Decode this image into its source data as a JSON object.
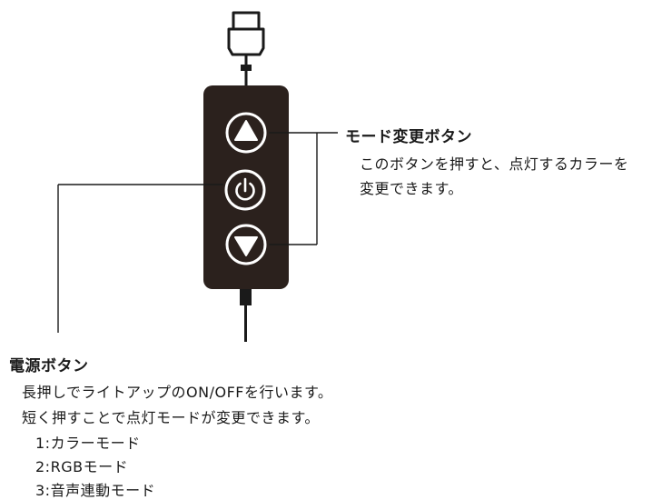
{
  "colors": {
    "line": "#1a1a1a",
    "controller_body": "#2b211d",
    "button_stroke": "#ffffff"
  },
  "icons": {
    "up_button": "triangle-up-in-circle",
    "power_button": "power-symbol-in-circle",
    "down_button": "triangle-down-in-circle",
    "connector": "usb-plug-outline"
  },
  "mode_button": {
    "title": "モード変更ボタン",
    "desc_line1": "このボタンを押すと、点灯するカラーを",
    "desc_line2": "変更できます。"
  },
  "power_button": {
    "title": "電源ボタン",
    "desc_line1": "長押しでライトアップのON/OFFを行います。",
    "desc_line2": "短く押すことで点灯モードが変更できます。",
    "modes": [
      "1:カラーモード",
      "2:RGBモード",
      "3:音声連動モード"
    ]
  }
}
